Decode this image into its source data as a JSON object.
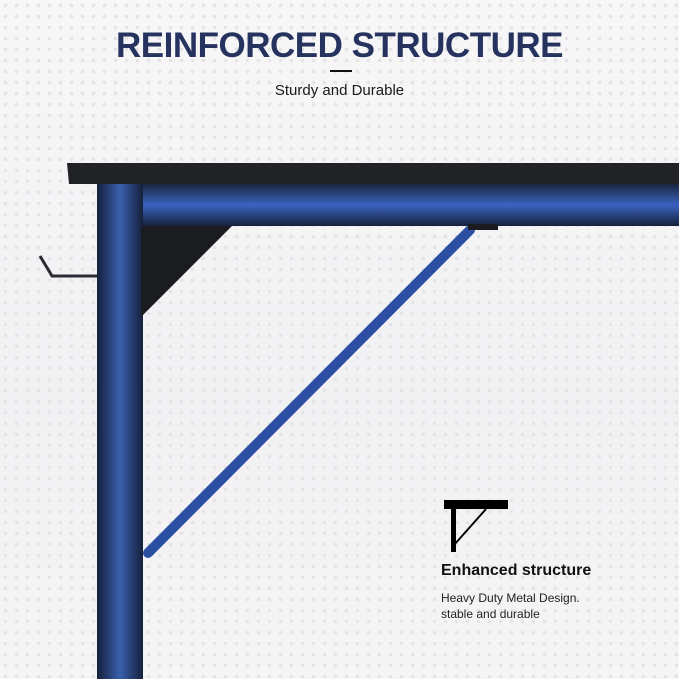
{
  "header": {
    "title": "REINFORCED STRUCTURE",
    "subtitle": "Sturdy and Durable"
  },
  "feature": {
    "icon": "bracket-icon",
    "title": "Enhanced structure",
    "description_line1": "Heavy Duty Metal Design.",
    "description_line2": "stable and durable"
  },
  "colors": {
    "title": "#26335e",
    "frame": "#1d2a44",
    "glow": "#4a7ad8"
  }
}
